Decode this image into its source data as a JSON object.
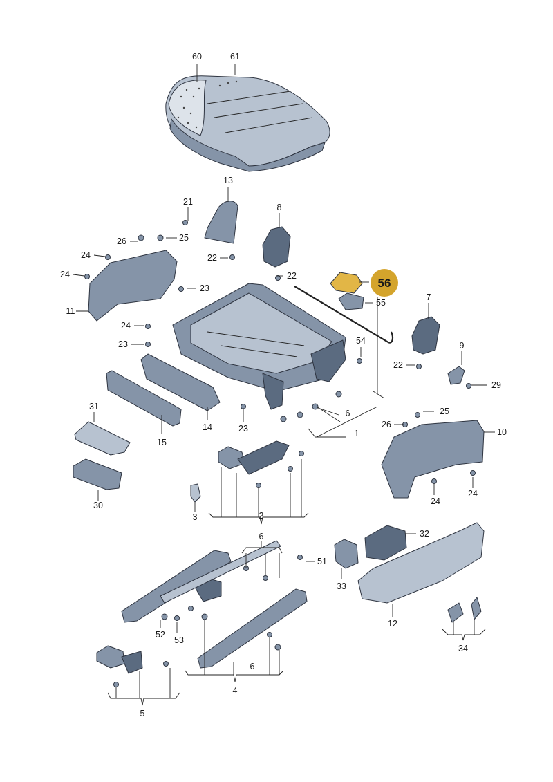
{
  "diagram": {
    "highlight": {
      "label": "56",
      "color": "#d4a42c"
    },
    "labels": [
      "60",
      "61",
      "13",
      "21",
      "8",
      "26",
      "25",
      "24",
      "24",
      "22",
      "22",
      "56",
      "55",
      "23",
      "7",
      "11",
      "24",
      "23",
      "54",
      "22",
      "9",
      "29",
      "31",
      "14",
      "15",
      "23",
      "6",
      "1",
      "25",
      "26",
      "10",
      "30",
      "3",
      "2",
      "24",
      "24",
      "6",
      "32",
      "51",
      "33",
      "12",
      "52",
      "53",
      "34",
      "6",
      "4",
      "5"
    ]
  }
}
